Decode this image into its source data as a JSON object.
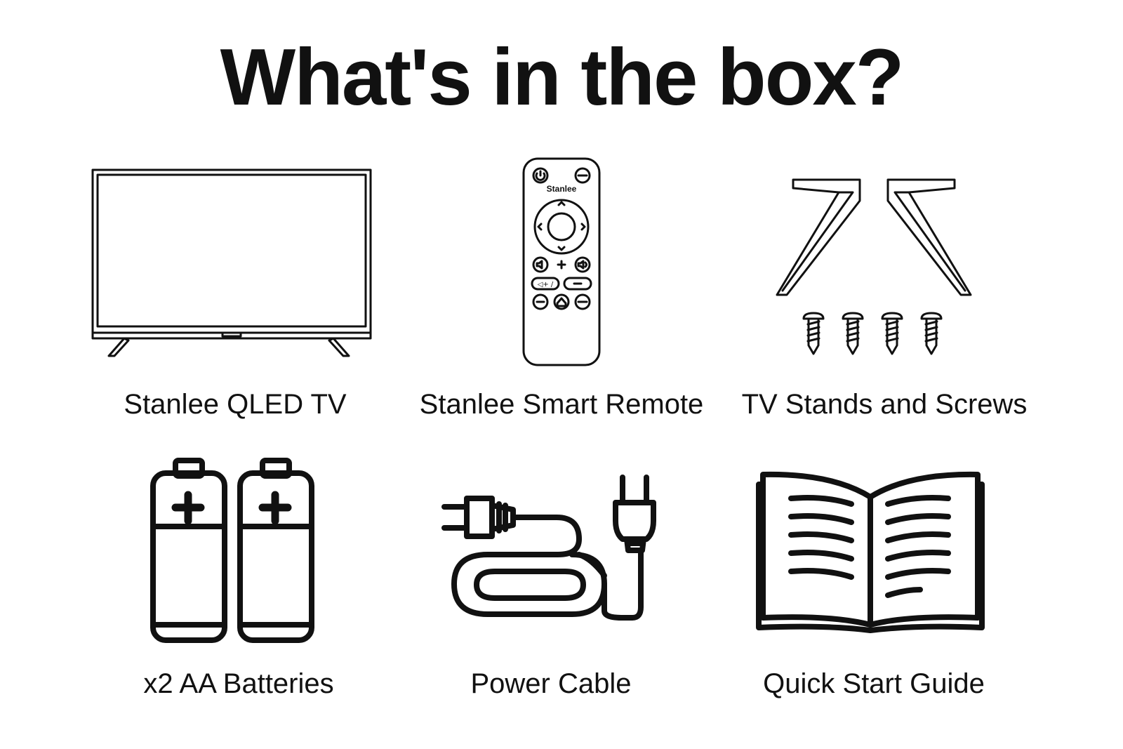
{
  "title": "What's in the box?",
  "items": [
    {
      "label": "Stanlee QLED TV",
      "icon": "tv-icon"
    },
    {
      "label": "Stanlee Smart Remote",
      "icon": "remote-icon",
      "brand_text": "Stanlee"
    },
    {
      "label": "TV Stands and Screws",
      "icon": "stands-screws-icon"
    },
    {
      "label": "x2 AA Batteries",
      "icon": "batteries-icon"
    },
    {
      "label": "Power Cable",
      "icon": "power-cable-icon"
    },
    {
      "label": "Quick Start Guide",
      "icon": "book-icon"
    }
  ]
}
